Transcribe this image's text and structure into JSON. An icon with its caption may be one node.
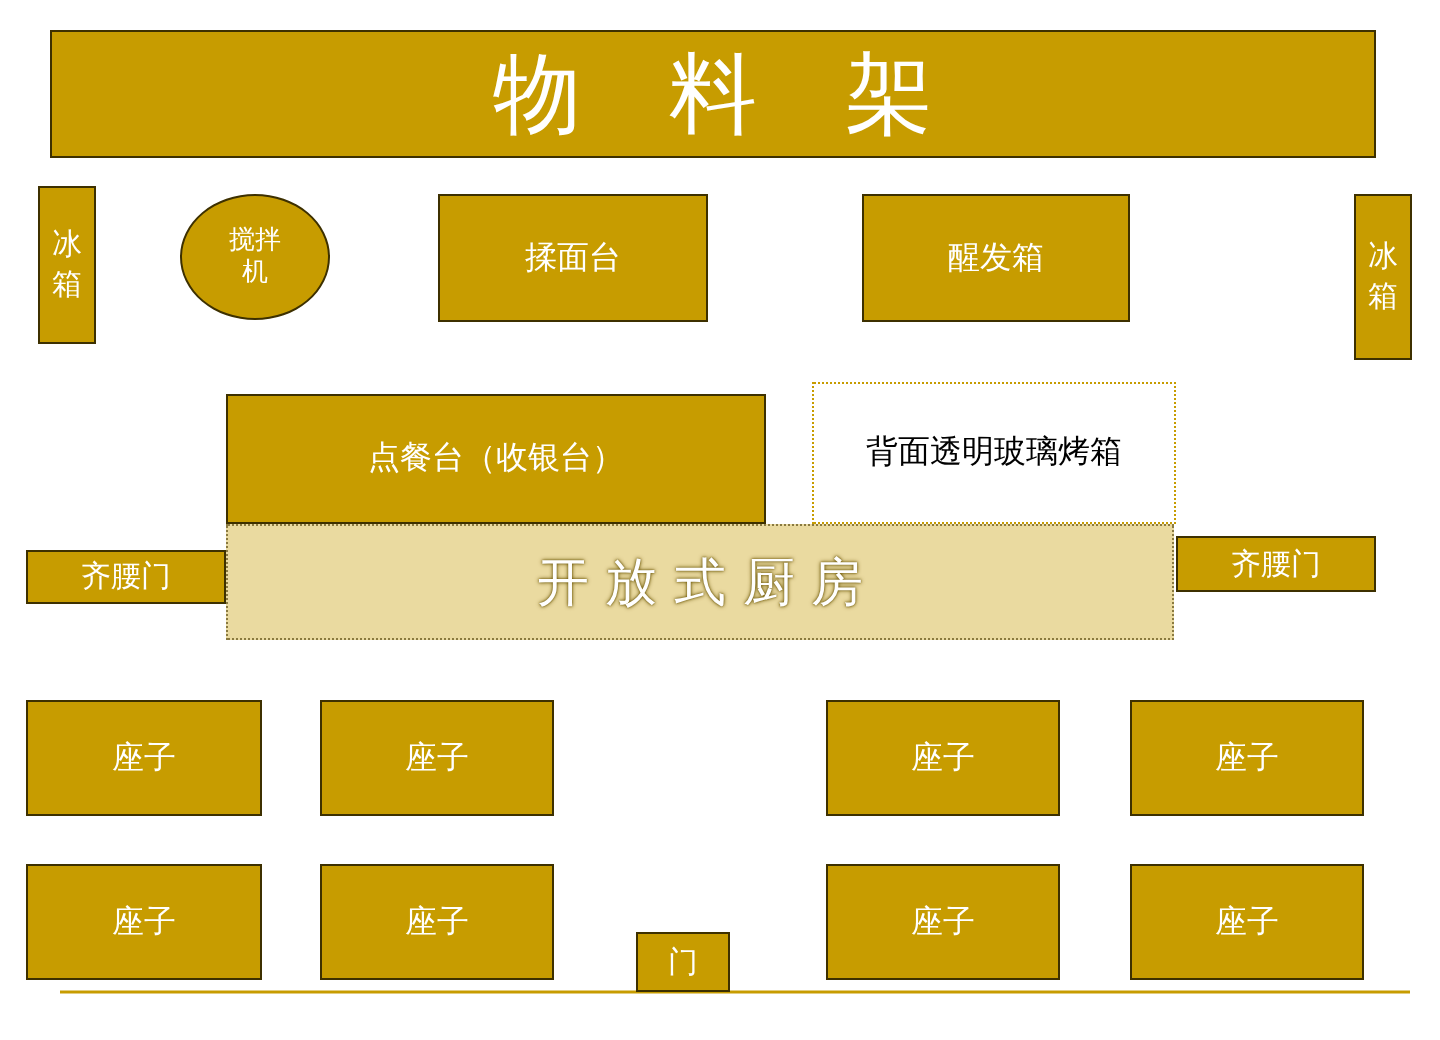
{
  "diagram": {
    "nodes": [
      {
        "text": [
          "物　料　架"
        ]
      },
      {
        "text": [
          "冰箱"
        ]
      },
      {
        "text": [
          "搅拌机"
        ]
      },
      {
        "text": [
          "揉面台"
        ]
      },
      {
        "text": [
          "醒发箱"
        ]
      },
      {
        "text": [
          "冰箱"
        ]
      },
      {
        "text": [
          "点餐台（收银台）"
        ]
      },
      {
        "text": [
          "背面透明玻璃烤箱"
        ]
      },
      {
        "text": [
          "齐腰门"
        ]
      },
      {
        "text": [
          "开 放 式 厨 房"
        ]
      },
      {
        "text": [
          "齐腰门"
        ]
      },
      {
        "text": [
          "座子"
        ]
      },
      {
        "text": [
          "座子"
        ]
      },
      {
        "text": [
          "座子"
        ]
      },
      {
        "text": [
          "座子"
        ]
      },
      {
        "text": [
          "座子"
        ]
      },
      {
        "text": [
          "座子"
        ]
      },
      {
        "text": [
          "门"
        ]
      },
      {
        "text": [
          "座子"
        ]
      },
      {
        "text": [
          "座子"
        ]
      }
    ]
  }
}
